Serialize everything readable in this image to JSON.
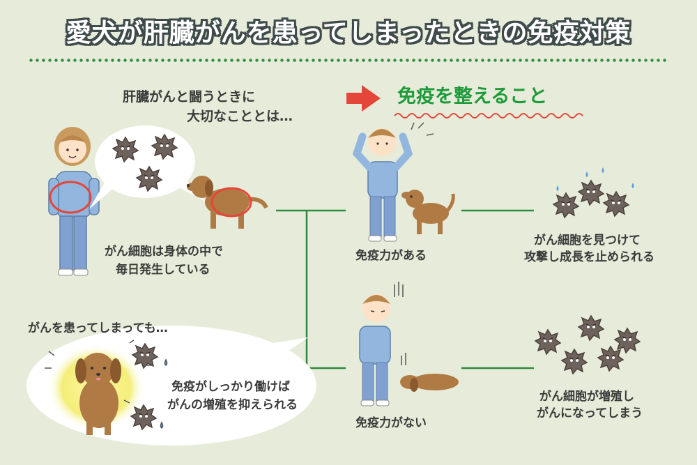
{
  "title": "愛犬が肝臓がんを患ってしまったときの免疫対策",
  "intro": {
    "line1": "肝臓がんと闘うときに",
    "line2": "大切なこととは…",
    "answer": "免疫を整えること"
  },
  "left_caption": {
    "line1": "がん細胞は身体の中で",
    "line2": "毎日発生している"
  },
  "bottom_left": {
    "lead": "がんを患ってしまっても…",
    "bubble_line1": "免疫がしっかり働けば",
    "bubble_line2": "がんの増殖を抑えられる"
  },
  "branches": {
    "strong_label": "免疫力がある",
    "strong_result_line1": "がん細胞を見つけて",
    "strong_result_line2": "攻撃し成長を止められる",
    "weak_label": "免疫力がない",
    "weak_result_line1": "がん細胞が増殖し",
    "weak_result_line2": "がんになってしまう"
  },
  "colors": {
    "background": "#e6ecd9",
    "accent_green": "#1f9a3a",
    "arrow_red": "#e4463a",
    "line_green": "#2e8b3e",
    "virus": "#6e625c"
  }
}
